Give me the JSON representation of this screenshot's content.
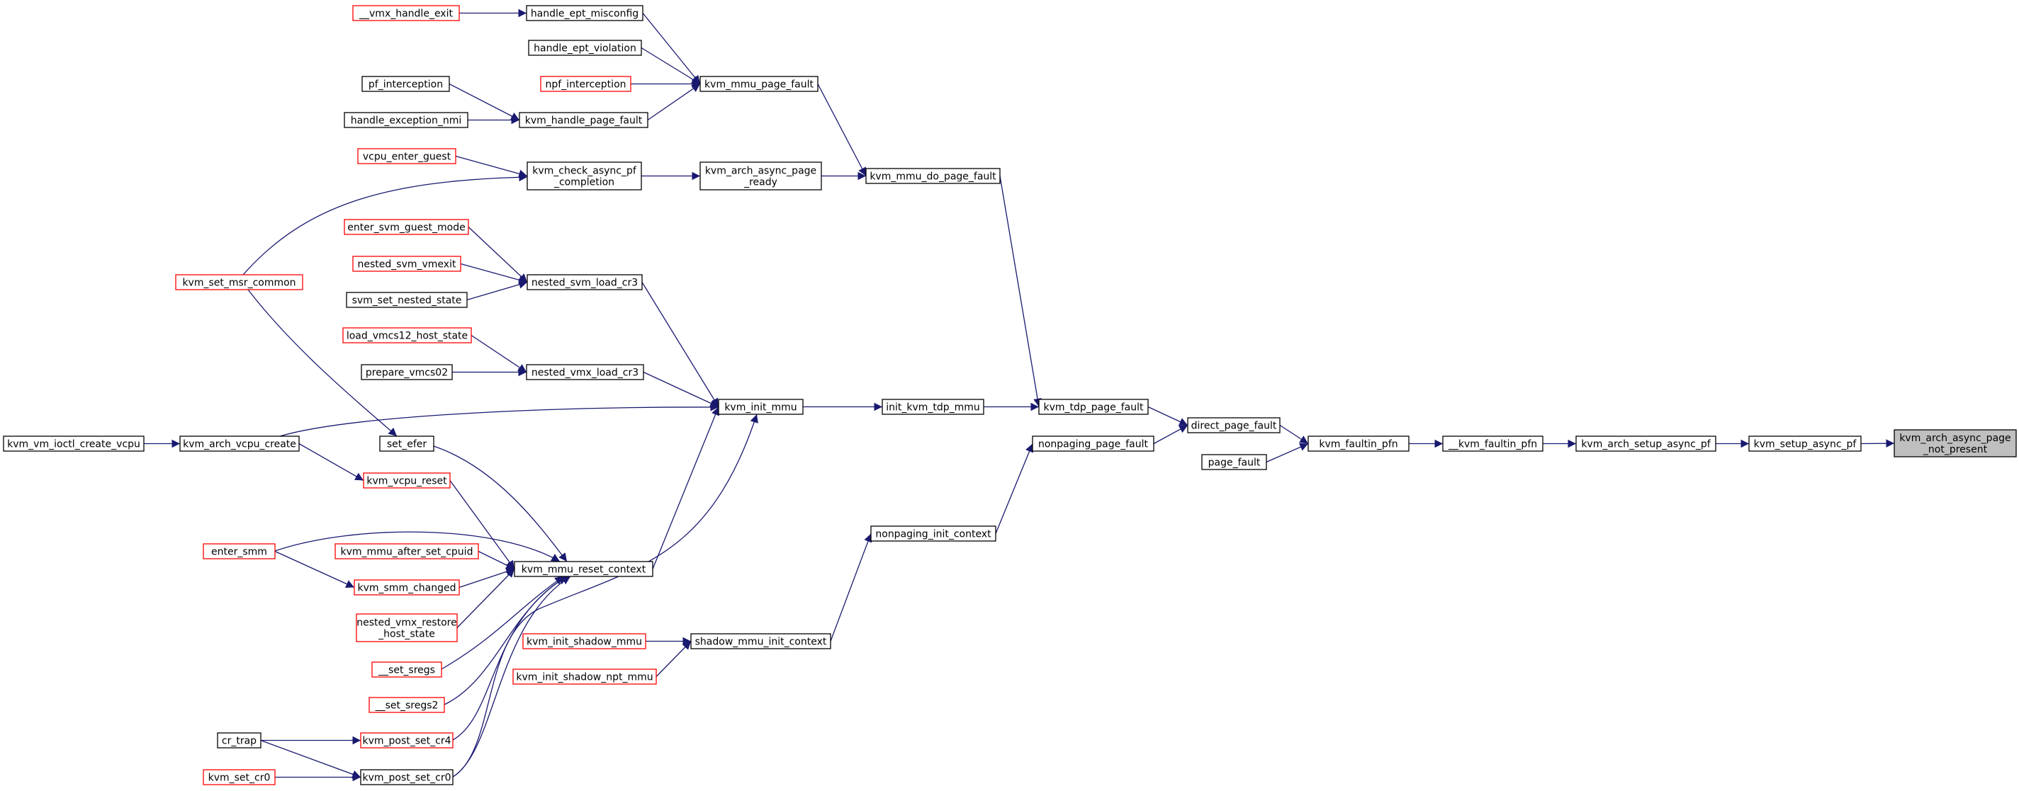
{
  "colors": {
    "edge": "#191970",
    "node_border_default": "#000000",
    "node_border_truncated": "#ff0000",
    "node_fill": "#ffffff",
    "root_fill": "#bfbfbf",
    "root_border": "#000000"
  },
  "nodes": [
    {
      "id": "kvm_arch_async_page_not_present",
      "lines": [
        "kvm_arch_async_page",
        "_not_present"
      ],
      "style": "root"
    },
    {
      "id": "kvm_setup_async_pf",
      "lines": [
        "kvm_setup_async_pf"
      ],
      "style": "normal"
    },
    {
      "id": "kvm_arch_setup_async_pf",
      "lines": [
        "kvm_arch_setup_async_pf"
      ],
      "style": "normal"
    },
    {
      "id": "__kvm_faultin_pfn",
      "lines": [
        "__kvm_faultin_pfn"
      ],
      "style": "normal"
    },
    {
      "id": "kvm_faultin_pfn",
      "lines": [
        "kvm_faultin_pfn"
      ],
      "style": "normal"
    },
    {
      "id": "direct_page_fault",
      "lines": [
        "direct_page_fault"
      ],
      "style": "normal"
    },
    {
      "id": "page_fault",
      "lines": [
        "page_fault"
      ],
      "style": "normal"
    },
    {
      "id": "kvm_tdp_page_fault",
      "lines": [
        "kvm_tdp_page_fault"
      ],
      "style": "normal"
    },
    {
      "id": "nonpaging_page_fault",
      "lines": [
        "nonpaging_page_fault"
      ],
      "style": "normal"
    },
    {
      "id": "kvm_mmu_do_page_fault",
      "lines": [
        "kvm_mmu_do_page_fault"
      ],
      "style": "normal"
    },
    {
      "id": "init_kvm_tdp_mmu",
      "lines": [
        "init_kvm_tdp_mmu"
      ],
      "style": "normal"
    },
    {
      "id": "nonpaging_init_context",
      "lines": [
        "nonpaging_init_context"
      ],
      "style": "normal"
    },
    {
      "id": "kvm_mmu_page_fault",
      "lines": [
        "kvm_mmu_page_fault"
      ],
      "style": "normal"
    },
    {
      "id": "kvm_arch_async_page_ready",
      "lines": [
        "kvm_arch_async_page",
        "_ready"
      ],
      "style": "normal"
    },
    {
      "id": "kvm_init_mmu",
      "lines": [
        "kvm_init_mmu"
      ],
      "style": "normal"
    },
    {
      "id": "shadow_mmu_init_context",
      "lines": [
        "shadow_mmu_init_context"
      ],
      "style": "normal"
    },
    {
      "id": "handle_ept_misconfig",
      "lines": [
        "handle_ept_misconfig"
      ],
      "style": "normal"
    },
    {
      "id": "handle_ept_violation",
      "lines": [
        "handle_ept_violation"
      ],
      "style": "normal"
    },
    {
      "id": "npf_interception",
      "lines": [
        "npf_interception"
      ],
      "style": "truncated"
    },
    {
      "id": "kvm_handle_page_fault",
      "lines": [
        "kvm_handle_page_fault"
      ],
      "style": "normal"
    },
    {
      "id": "kvm_check_async_pf_completion",
      "lines": [
        "kvm_check_async_pf",
        "_completion"
      ],
      "style": "normal"
    },
    {
      "id": "nested_svm_load_cr3",
      "lines": [
        "nested_svm_load_cr3"
      ],
      "style": "normal"
    },
    {
      "id": "nested_vmx_load_cr3",
      "lines": [
        "nested_vmx_load_cr3"
      ],
      "style": "normal"
    },
    {
      "id": "kvm_mmu_reset_context",
      "lines": [
        "kvm_mmu_reset_context"
      ],
      "style": "normal"
    },
    {
      "id": "kvm_init_shadow_mmu",
      "lines": [
        "kvm_init_shadow_mmu"
      ],
      "style": "truncated"
    },
    {
      "id": "kvm_init_shadow_npt_mmu",
      "lines": [
        "kvm_init_shadow_npt_mmu"
      ],
      "style": "truncated"
    },
    {
      "id": "__vmx_handle_exit",
      "lines": [
        "__vmx_handle_exit"
      ],
      "style": "truncated"
    },
    {
      "id": "pf_interception",
      "lines": [
        "pf_interception"
      ],
      "style": "normal"
    },
    {
      "id": "handle_exception_nmi",
      "lines": [
        "handle_exception_nmi"
      ],
      "style": "normal"
    },
    {
      "id": "vcpu_enter_guest",
      "lines": [
        "vcpu_enter_guest"
      ],
      "style": "truncated"
    },
    {
      "id": "kvm_set_msr_common",
      "lines": [
        "kvm_set_msr_common"
      ],
      "style": "truncated"
    },
    {
      "id": "enter_svm_guest_mode",
      "lines": [
        "enter_svm_guest_mode"
      ],
      "style": "truncated"
    },
    {
      "id": "nested_svm_vmexit",
      "lines": [
        "nested_svm_vmexit"
      ],
      "style": "truncated"
    },
    {
      "id": "svm_set_nested_state",
      "lines": [
        "svm_set_nested_state"
      ],
      "style": "normal"
    },
    {
      "id": "load_vmcs12_host_state",
      "lines": [
        "load_vmcs12_host_state"
      ],
      "style": "truncated"
    },
    {
      "id": "prepare_vmcs02",
      "lines": [
        "prepare_vmcs02"
      ],
      "style": "normal"
    },
    {
      "id": "kvm_arch_vcpu_create",
      "lines": [
        "kvm_arch_vcpu_create"
      ],
      "style": "normal"
    },
    {
      "id": "kvm_vm_ioctl_create_vcpu",
      "lines": [
        "kvm_vm_ioctl_create_vcpu"
      ],
      "style": "normal"
    },
    {
      "id": "set_efer",
      "lines": [
        "set_efer"
      ],
      "style": "normal"
    },
    {
      "id": "kvm_vcpu_reset",
      "lines": [
        "kvm_vcpu_reset"
      ],
      "style": "truncated"
    },
    {
      "id": "enter_smm",
      "lines": [
        "enter_smm"
      ],
      "style": "truncated"
    },
    {
      "id": "kvm_mmu_after_set_cpuid",
      "lines": [
        "kvm_mmu_after_set_cpuid"
      ],
      "style": "truncated"
    },
    {
      "id": "kvm_smm_changed",
      "lines": [
        "kvm_smm_changed"
      ],
      "style": "truncated"
    },
    {
      "id": "nested_vmx_restore_host_state",
      "lines": [
        "nested_vmx_restore",
        "_host_state"
      ],
      "style": "truncated"
    },
    {
      "id": "__set_sregs",
      "lines": [
        "__set_sregs"
      ],
      "style": "truncated"
    },
    {
      "id": "__set_sregs2",
      "lines": [
        "__set_sregs2"
      ],
      "style": "truncated"
    },
    {
      "id": "kvm_post_set_cr4",
      "lines": [
        "kvm_post_set_cr4"
      ],
      "style": "truncated"
    },
    {
      "id": "kvm_post_set_cr0",
      "lines": [
        "kvm_post_set_cr0"
      ],
      "style": "normal"
    },
    {
      "id": "cr_trap",
      "lines": [
        "cr_trap"
      ],
      "style": "normal"
    },
    {
      "id": "kvm_set_cr0",
      "lines": [
        "kvm_set_cr0"
      ],
      "style": "truncated"
    }
  ],
  "edges": [
    {
      "from": "kvm_setup_async_pf",
      "to": "kvm_arch_async_page_not_present"
    },
    {
      "from": "kvm_arch_setup_async_pf",
      "to": "kvm_setup_async_pf"
    },
    {
      "from": "__kvm_faultin_pfn",
      "to": "kvm_arch_setup_async_pf"
    },
    {
      "from": "kvm_faultin_pfn",
      "to": "__kvm_faultin_pfn"
    },
    {
      "from": "direct_page_fault",
      "to": "kvm_faultin_pfn"
    },
    {
      "from": "page_fault",
      "to": "kvm_faultin_pfn"
    },
    {
      "from": "kvm_tdp_page_fault",
      "to": "direct_page_fault"
    },
    {
      "from": "nonpaging_page_fault",
      "to": "direct_page_fault"
    },
    {
      "from": "kvm_mmu_do_page_fault",
      "to": "kvm_tdp_page_fault"
    },
    {
      "from": "init_kvm_tdp_mmu",
      "to": "kvm_tdp_page_fault"
    },
    {
      "from": "nonpaging_init_context",
      "to": "nonpaging_page_fault"
    },
    {
      "from": "kvm_mmu_page_fault",
      "to": "kvm_mmu_do_page_fault"
    },
    {
      "from": "kvm_arch_async_page_ready",
      "to": "kvm_mmu_do_page_fault"
    },
    {
      "from": "kvm_init_mmu",
      "to": "init_kvm_tdp_mmu"
    },
    {
      "from": "shadow_mmu_init_context",
      "to": "nonpaging_init_context"
    },
    {
      "from": "handle_ept_misconfig",
      "to": "kvm_mmu_page_fault"
    },
    {
      "from": "handle_ept_violation",
      "to": "kvm_mmu_page_fault"
    },
    {
      "from": "npf_interception",
      "to": "kvm_mmu_page_fault"
    },
    {
      "from": "kvm_handle_page_fault",
      "to": "kvm_mmu_page_fault"
    },
    {
      "from": "kvm_check_async_pf_completion",
      "to": "kvm_arch_async_page_ready"
    },
    {
      "from": "nested_svm_load_cr3",
      "to": "kvm_init_mmu"
    },
    {
      "from": "nested_vmx_load_cr3",
      "to": "kvm_init_mmu"
    },
    {
      "from": "kvm_mmu_reset_context",
      "to": "kvm_init_mmu"
    },
    {
      "from": "kvm_arch_vcpu_create",
      "to": "kvm_init_mmu"
    },
    {
      "from": "kvm_post_set_cr0",
      "to": "kvm_init_mmu"
    },
    {
      "from": "kvm_init_shadow_mmu",
      "to": "shadow_mmu_init_context"
    },
    {
      "from": "kvm_init_shadow_npt_mmu",
      "to": "shadow_mmu_init_context"
    },
    {
      "from": "__vmx_handle_exit",
      "to": "handle_ept_misconfig"
    },
    {
      "from": "pf_interception",
      "to": "kvm_handle_page_fault"
    },
    {
      "from": "handle_exception_nmi",
      "to": "kvm_handle_page_fault"
    },
    {
      "from": "vcpu_enter_guest",
      "to": "kvm_check_async_pf_completion"
    },
    {
      "from": "kvm_set_msr_common",
      "to": "kvm_check_async_pf_completion"
    },
    {
      "from": "enter_svm_guest_mode",
      "to": "nested_svm_load_cr3"
    },
    {
      "from": "nested_svm_vmexit",
      "to": "nested_svm_load_cr3"
    },
    {
      "from": "svm_set_nested_state",
      "to": "nested_svm_load_cr3"
    },
    {
      "from": "load_vmcs12_host_state",
      "to": "nested_vmx_load_cr3"
    },
    {
      "from": "prepare_vmcs02",
      "to": "nested_vmx_load_cr3"
    },
    {
      "from": "kvm_set_msr_common",
      "to": "set_efer"
    },
    {
      "from": "set_efer",
      "to": "kvm_mmu_reset_context"
    },
    {
      "from": "kvm_vcpu_reset",
      "to": "kvm_mmu_reset_context"
    },
    {
      "from": "enter_smm",
      "to": "kvm_mmu_reset_context"
    },
    {
      "from": "kvm_mmu_after_set_cpuid",
      "to": "kvm_mmu_reset_context"
    },
    {
      "from": "kvm_smm_changed",
      "to": "kvm_mmu_reset_context"
    },
    {
      "from": "nested_vmx_restore_host_state",
      "to": "kvm_mmu_reset_context"
    },
    {
      "from": "__set_sregs",
      "to": "kvm_mmu_reset_context"
    },
    {
      "from": "__set_sregs2",
      "to": "kvm_mmu_reset_context"
    },
    {
      "from": "kvm_post_set_cr4",
      "to": "kvm_mmu_reset_context"
    },
    {
      "from": "kvm_post_set_cr0",
      "to": "kvm_mmu_reset_context"
    },
    {
      "from": "kvm_vm_ioctl_create_vcpu",
      "to": "kvm_arch_vcpu_create"
    },
    {
      "from": "kvm_arch_vcpu_create",
      "to": "kvm_vcpu_reset"
    },
    {
      "from": "enter_smm",
      "to": "kvm_smm_changed"
    },
    {
      "from": "cr_trap",
      "to": "kvm_post_set_cr4"
    },
    {
      "from": "cr_trap",
      "to": "kvm_post_set_cr0"
    },
    {
      "from": "kvm_set_cr0",
      "to": "kvm_post_set_cr0"
    }
  ]
}
